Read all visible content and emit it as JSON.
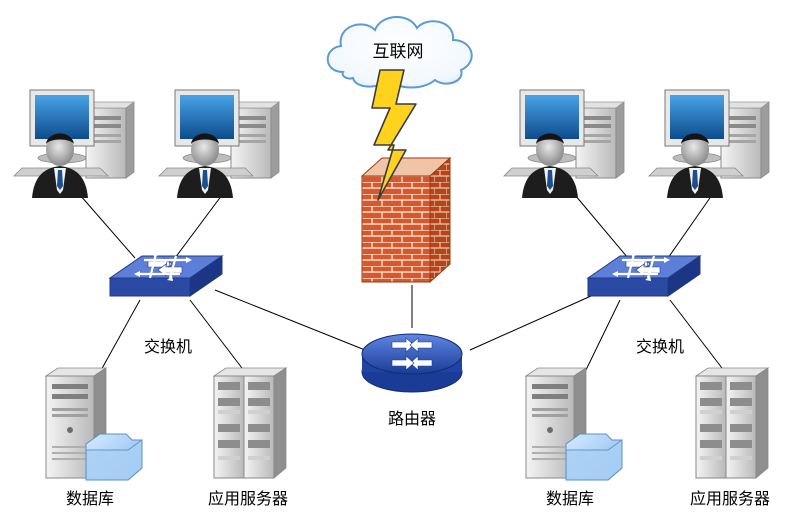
{
  "labels": {
    "internet": "互联网",
    "router": "路由器",
    "switch_left": "交换机",
    "switch_right": "交换机",
    "db_left": "数据库",
    "app_left": "应用服务器",
    "db_right": "数据库",
    "app_right": "应用服务器"
  },
  "colors": {
    "switch_blue": "#2f4ea6",
    "router_blue": "#2d55b8",
    "firewall_brick": "#d9572a",
    "lightning": "#ffd21e",
    "cloud_blue": "#5b9bd5"
  },
  "icons": {
    "cloud": "cloud-icon",
    "firewall": "firewall-icon",
    "router": "router-icon",
    "switch": "switch-icon",
    "workstation": "user-workstation-icon",
    "database_server": "database-server-icon",
    "application_server": "application-server-icon"
  }
}
